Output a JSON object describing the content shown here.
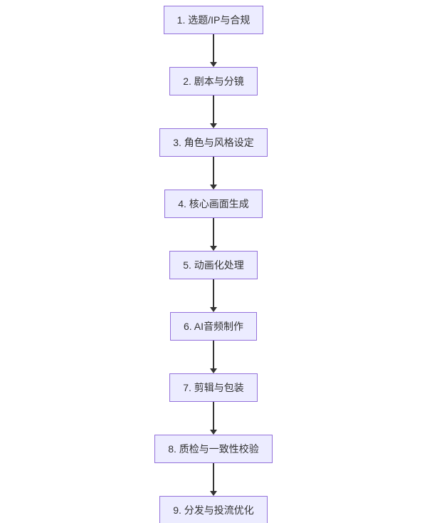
{
  "diagram": {
    "type": "flowchart",
    "direction": "top-to-bottom",
    "colors": {
      "node_fill": "#ececff",
      "node_border": "#9370db",
      "arrow": "#333333",
      "text": "#333333",
      "background": "#ffffff"
    },
    "nodes": [
      {
        "id": "1",
        "label": "1. 选题/IP与合规"
      },
      {
        "id": "2",
        "label": "2. 剧本与分镜"
      },
      {
        "id": "3",
        "label": "3. 角色与风格设定"
      },
      {
        "id": "4",
        "label": "4. 核心画面生成"
      },
      {
        "id": "5",
        "label": "5. 动画化处理"
      },
      {
        "id": "6",
        "label": "6. AI音频制作"
      },
      {
        "id": "7",
        "label": "7. 剪辑与包装"
      },
      {
        "id": "8",
        "label": "8. 质检与一致性校验"
      },
      {
        "id": "9",
        "label": "9. 分发与投流优化"
      }
    ],
    "edges": [
      {
        "from": "1",
        "to": "2"
      },
      {
        "from": "2",
        "to": "3"
      },
      {
        "from": "3",
        "to": "4"
      },
      {
        "from": "4",
        "to": "5"
      },
      {
        "from": "5",
        "to": "6"
      },
      {
        "from": "6",
        "to": "7"
      },
      {
        "from": "7",
        "to": "8"
      },
      {
        "from": "8",
        "to": "9"
      }
    ]
  }
}
